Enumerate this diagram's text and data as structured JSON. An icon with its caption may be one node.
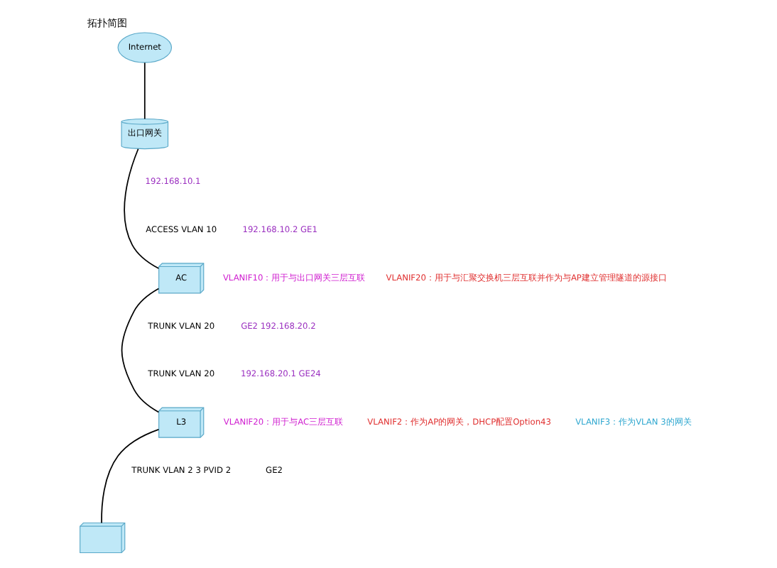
{
  "diagram": {
    "title": "拓扑简图",
    "nodes": [
      {
        "text": [
          "Internet"
        ]
      },
      {
        "text": [
          "出口网关"
        ]
      },
      {
        "text": [
          "AC"
        ],
        "beside": [
          "VLANIF10：用于与出口网关三层互联",
          "VLANIF20：用于与汇聚交换机三层互联并作为与AP建立管理隧道的源接口"
        ]
      },
      {
        "text": [
          "L3"
        ],
        "beside": [
          "VLANIF20：用于与AC三层互联",
          "VLANIF2：作为AP的网关，DHCP配置Option43",
          "VLANIF3：作为VLAN 3的网关"
        ]
      },
      {
        "text": [],
        "shape": "box"
      }
    ],
    "edges": [
      {
        "from": 0,
        "to": 1,
        "arrow": "none"
      },
      {
        "from": 1,
        "to": 2,
        "arrow": "none"
      },
      {
        "from": 2,
        "to": 3,
        "arrow": "none"
      },
      {
        "from": 3,
        "to": 4,
        "arrow": "none"
      }
    ],
    "labels": [
      "192.168.10.1",
      "ACCESS VLAN 10",
      "192.168.10.2 GE1",
      "TRUNK VLAN 20",
      "GE2 192.168.20.2",
      "TRUNK VLAN 20",
      "192.168.20.1 GE24",
      "TRUNK VLAN 2 3 PVID 2",
      "GE2"
    ]
  }
}
